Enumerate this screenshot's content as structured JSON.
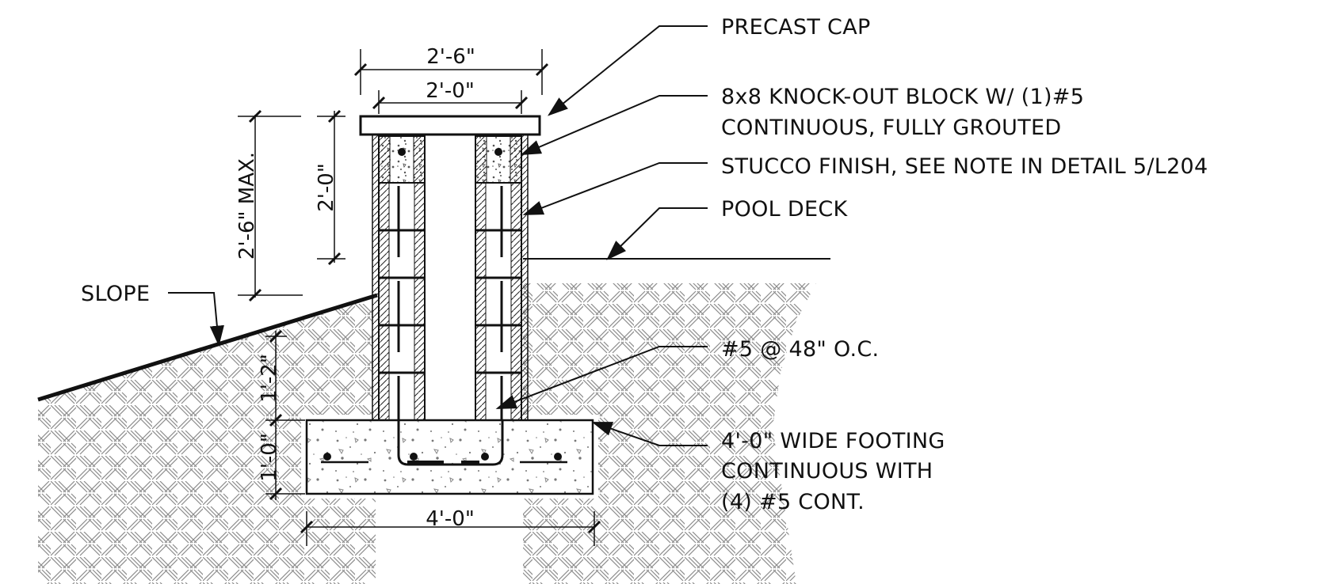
{
  "labels": {
    "precast_cap": "PRECAST CAP",
    "block_line1": "8x8 KNOCK-OUT BLOCK W/ (1)#5",
    "block_line2": "CONTINUOUS, FULLY GROUTED",
    "stucco": "STUCCO FINISH, SEE NOTE IN DETAIL 5/L204",
    "pool_deck": "POOL DECK",
    "slope": "SLOPE",
    "rebar": "#5 @ 48\" O.C.",
    "footing_line1": "4'-0\" WIDE FOOTING",
    "footing_line2": "CONTINUOUS WITH",
    "footing_line3": "(4)  #5 CONT."
  },
  "dimensions": {
    "cap_width": "2'-6\"",
    "wall_width": "2'-0\"",
    "max_height": "2'-6\" MAX.",
    "wall_height": "2'-0\"",
    "embed_depth": "1'-2\"",
    "footing_depth": "1'-0\"",
    "footing_width": "4'-0\""
  }
}
